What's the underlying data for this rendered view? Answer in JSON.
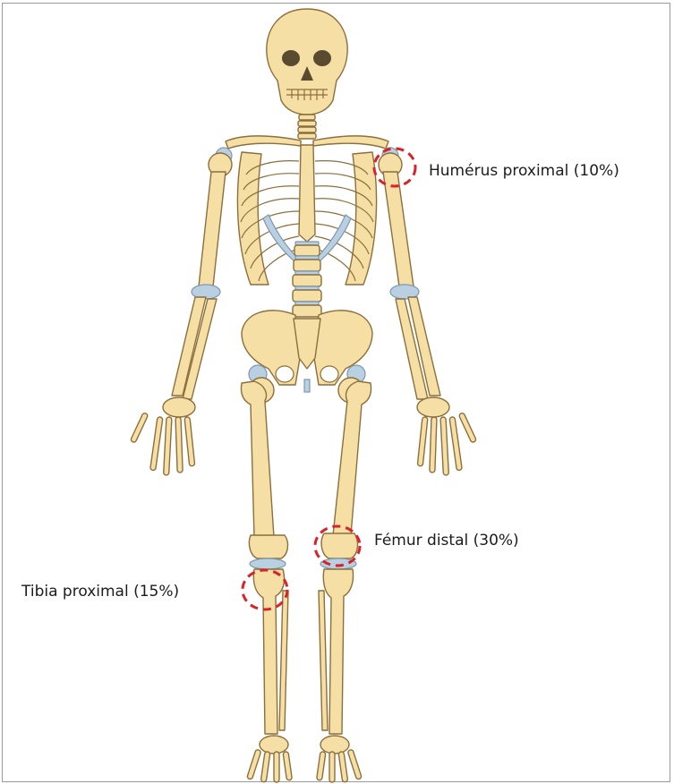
{
  "annotations": {
    "humerus": "Humérus proximal (10%)",
    "femur": "Fémur distal (30%)",
    "tibia": "Tibia proximal (15%)"
  },
  "colors": {
    "bone_fill": "#f6dfa4",
    "bone_stroke": "#8c6f3c",
    "cartilage": "#b9cfe2",
    "marker": "#d8232a"
  }
}
